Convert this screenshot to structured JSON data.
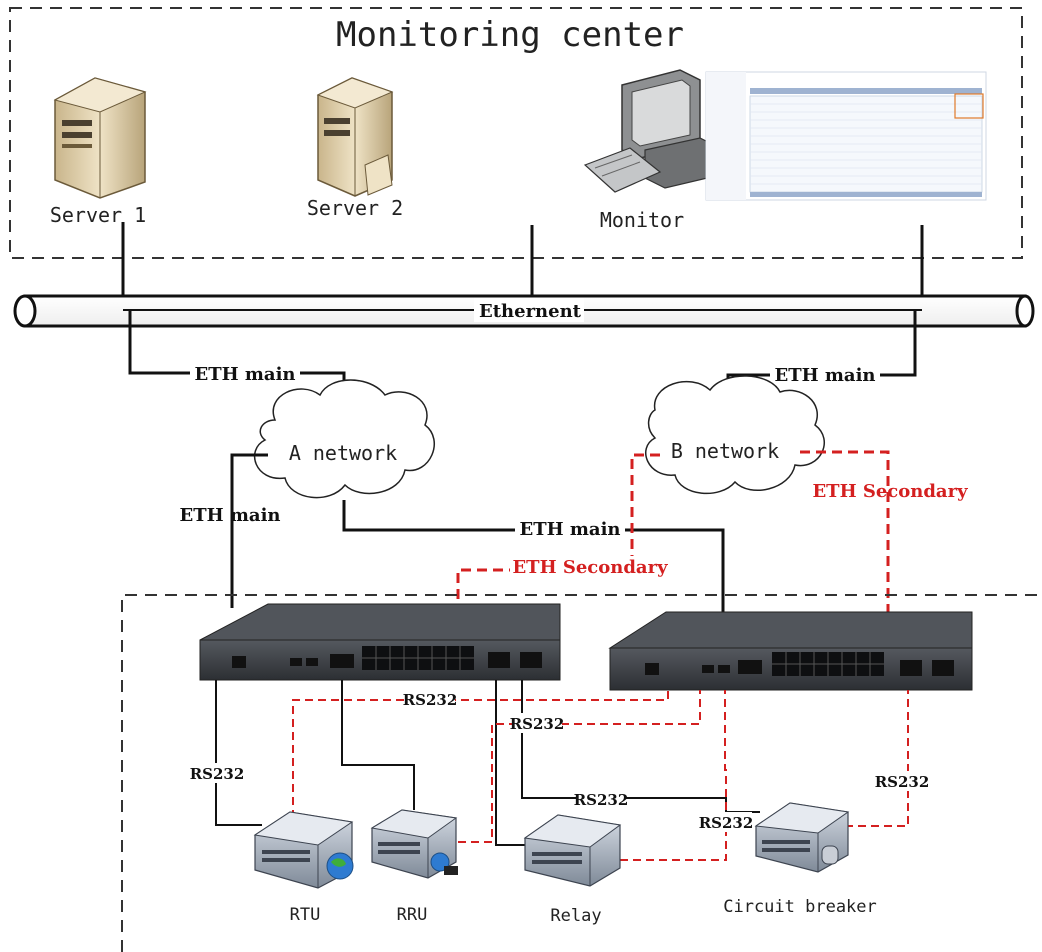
{
  "monitoring_center": {
    "title": "Monitoring center"
  },
  "servers": [
    {
      "label": "Server 1"
    },
    {
      "label": "Server 2"
    }
  ],
  "monitor": {
    "label": "Monitor"
  },
  "bus": {
    "label": "Ethernent"
  },
  "links": {
    "a_main_top": "ETH main",
    "b_main_top": "ETH main",
    "a_main_left": "ETH main",
    "ab_main_mid": "ETH main",
    "a_secondary": "ETH Secondary",
    "b_secondary": "ETH Secondary"
  },
  "networks": {
    "a": "A network",
    "b": "B network"
  },
  "serial": {
    "rs_left": "RS232",
    "rs_top": "RS232",
    "rs_mid": "RS232",
    "rs_bottom_mid": "RS232",
    "rs_bottom_right": "RS232",
    "rs_right": "RS232"
  },
  "devices": [
    {
      "label": "RTU"
    },
    {
      "label": "RRU"
    },
    {
      "label": "Relay"
    },
    {
      "label": "Circuit breaker"
    }
  ],
  "colors": {
    "secondary": "#d42020",
    "main": "#111111",
    "switch_body": "#3a3d42"
  }
}
